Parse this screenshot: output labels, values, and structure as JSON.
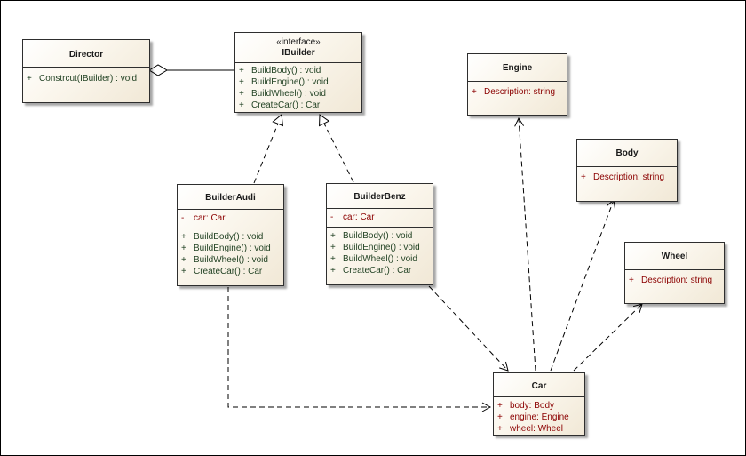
{
  "classes": {
    "director": {
      "name": "Director",
      "operations": [
        {
          "vis": "+",
          "text": "Constrcut(IBuilder) : void"
        }
      ]
    },
    "ibuilder": {
      "stereotype": "«interface»",
      "name": "IBuilder",
      "operations": [
        {
          "vis": "+",
          "text": "BuildBody() : void"
        },
        {
          "vis": "+",
          "text": "BuildEngine() : void"
        },
        {
          "vis": "+",
          "text": "BuildWheel() : void"
        },
        {
          "vis": "+",
          "text": "CreateCar() : Car"
        }
      ]
    },
    "engine": {
      "name": "Engine",
      "attributes": [
        {
          "vis": "+",
          "text": "Description:  string"
        }
      ]
    },
    "body": {
      "name": "Body",
      "attributes": [
        {
          "vis": "+",
          "text": "Description:  string"
        }
      ]
    },
    "wheel": {
      "name": "Wheel",
      "attributes": [
        {
          "vis": "+",
          "text": "Description:  string"
        }
      ]
    },
    "builder_audi": {
      "name": "BuilderAudi",
      "attributes": [
        {
          "vis": "-",
          "text": "car:  Car"
        }
      ],
      "operations": [
        {
          "vis": "+",
          "text": "BuildBody() : void"
        },
        {
          "vis": "+",
          "text": "BuildEngine() : void"
        },
        {
          "vis": "+",
          "text": "BuildWheel() : void"
        },
        {
          "vis": "+",
          "text": "CreateCar() : Car"
        }
      ]
    },
    "builder_benz": {
      "name": "BuilderBenz",
      "attributes": [
        {
          "vis": "-",
          "text": "car:  Car"
        }
      ],
      "operations": [
        {
          "vis": "+",
          "text": "BuildBody() : void"
        },
        {
          "vis": "+",
          "text": "BuildEngine() : void"
        },
        {
          "vis": "+",
          "text": "BuildWheel() : void"
        },
        {
          "vis": "+",
          "text": "CreateCar() : Car"
        }
      ]
    },
    "car": {
      "name": "Car",
      "attributes": [
        {
          "vis": "+",
          "text": "body:  Body"
        },
        {
          "vis": "+",
          "text": "engine:  Engine"
        },
        {
          "vis": "+",
          "text": "wheel:  Wheel"
        }
      ]
    }
  }
}
